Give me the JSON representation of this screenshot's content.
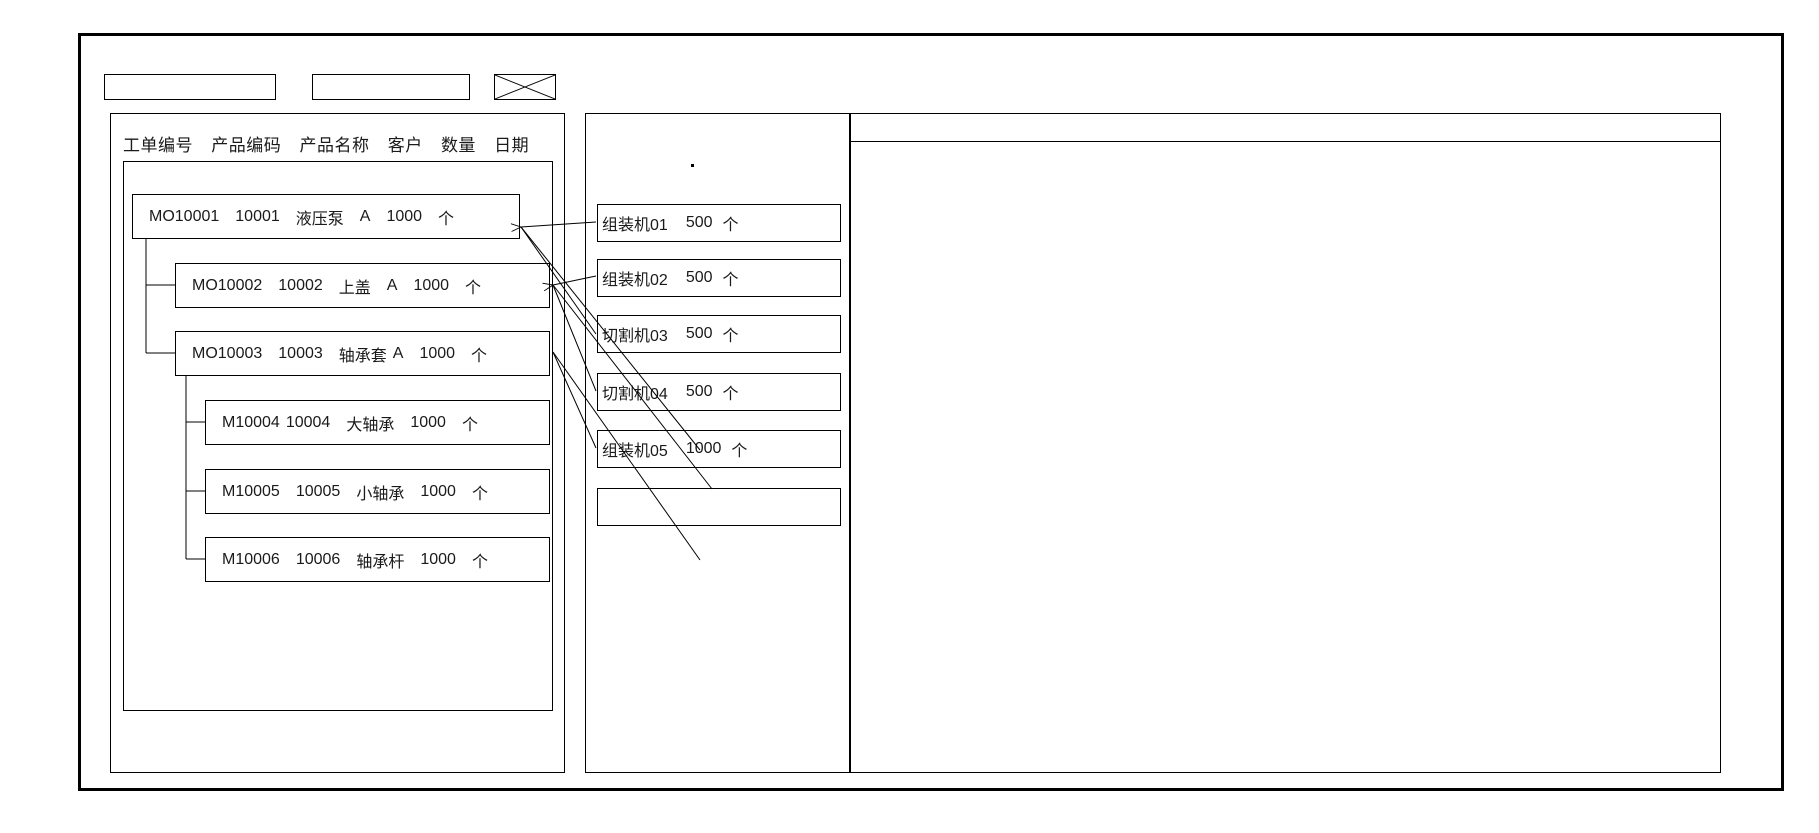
{
  "window": {
    "title": ""
  },
  "toolbar": {
    "field_1_value": "",
    "field_1_placeholder": "",
    "field_2_value": "",
    "field_2_placeholder": "",
    "icon_name": "crossed-box-icon"
  },
  "left_panel": {
    "columns": [
      "工单编号",
      "产品编码",
      "产品名称",
      "客户",
      "数量",
      "日期"
    ],
    "tree_nodes": [
      {
        "level": 0,
        "order": "MO10001",
        "code": "10001",
        "name": "液压泵",
        "customer": "A",
        "qty": "1000",
        "unit": "个"
      },
      {
        "level": 1,
        "order": "MO10002",
        "code": "10002",
        "name": "上盖",
        "customer": "A",
        "qty": "1000",
        "unit": "个"
      },
      {
        "level": 1,
        "order": "MO10003",
        "code": "10003",
        "name": "轴承套",
        "customer": "A",
        "qty": "1000",
        "unit": "个"
      },
      {
        "level": 2,
        "order": "M10004",
        "code": "10004",
        "name": "大轴承",
        "customer": "",
        "qty": "1000",
        "unit": "个"
      },
      {
        "level": 2,
        "order": "M10005",
        "code": "10005",
        "name": "小轴承",
        "customer": "",
        "qty": "1000",
        "unit": "个"
      },
      {
        "level": 2,
        "order": "M10006",
        "code": "10006",
        "name": "轴承杆",
        "customer": "",
        "qty": "1000",
        "unit": "个"
      }
    ]
  },
  "mid_panel": {
    "marker": "",
    "machines": [
      {
        "name": "组装机01",
        "qty": "500",
        "unit": "个"
      },
      {
        "name": "组装机02",
        "qty": "500",
        "unit": "个"
      },
      {
        "name": "切割机03",
        "qty": "500",
        "unit": "个"
      },
      {
        "name": "切割机04",
        "qty": "500",
        "unit": "个"
      },
      {
        "name": "组装机05",
        "qty": "1000",
        "unit": "个"
      },
      {
        "name": "",
        "qty": "",
        "unit": ""
      }
    ]
  },
  "right_panel": {
    "header_text": "",
    "body_text": ""
  },
  "colors": {
    "line": "#000000",
    "frame": "#000000",
    "background": "#ffffff"
  }
}
